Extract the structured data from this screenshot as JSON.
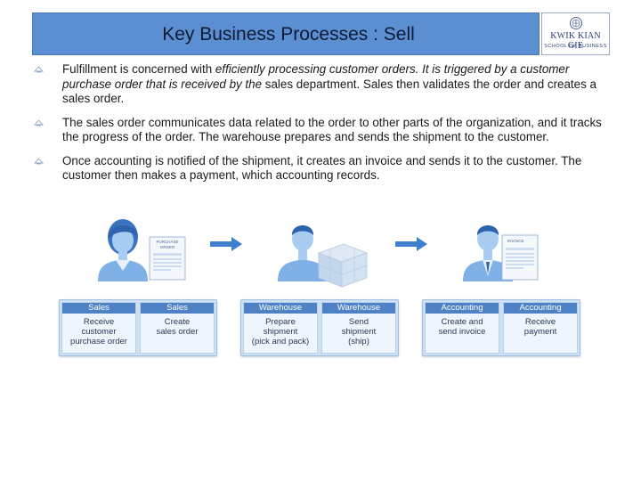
{
  "header": {
    "title": "Key Business Processes : Sell",
    "logo": {
      "name": "KWIK KIAN GIE",
      "subtitle": "SCHOOL OF BUSINESS"
    }
  },
  "bullets": [
    {
      "icon": "bullet-marker-icon",
      "text_parts": [
        {
          "t": "Fulfillment is concerned with ",
          "italic": false
        },
        {
          "t": "efficiently processing customer orders. It is triggered by a customer purchase order that is received by the ",
          "italic": true
        },
        {
          "t": "sales department. Sales then validates the order and creates a sales order.",
          "italic": false
        }
      ]
    },
    {
      "icon": "bullet-marker-icon",
      "text_parts": [
        {
          "t": "The sales order communicates data related to the order to other parts of the organization, and it tracks the progress of the order. The warehouse prepares and sends the shipment to the customer.",
          "italic": false
        }
      ]
    },
    {
      "icon": "bullet-marker-icon",
      "text_parts": [
        {
          "t": "Once accounting is notified of the shipment, it creates an invoice and sends it to the customer. The customer then makes a payment, which accounting records.",
          "italic": false
        }
      ]
    }
  ],
  "diagram": {
    "figures": [
      {
        "role": "sales-person-icon",
        "doc_label_1": "PURCHASE",
        "doc_label_2": "ORDER"
      },
      {
        "role": "warehouse-person-icon"
      },
      {
        "role": "accounting-person-icon",
        "doc_label_1": "INVOICE"
      }
    ],
    "groups": [
      {
        "steps": [
          {
            "dept": "Sales",
            "action": "Receive\ncustomer\npurchase order"
          },
          {
            "dept": "Sales",
            "action": "Create\nsales order"
          }
        ]
      },
      {
        "steps": [
          {
            "dept": "Warehouse",
            "action": "Prepare\nshipment\n(pick and pack)"
          },
          {
            "dept": "Warehouse",
            "action": "Send\nshipment\n(ship)"
          }
        ]
      },
      {
        "steps": [
          {
            "dept": "Accounting",
            "action": "Create and\nsend invoice"
          },
          {
            "dept": "Accounting",
            "action": "Receive\npayment"
          }
        ]
      }
    ]
  },
  "colors": {
    "title_bar": "#5b8fd1",
    "step_header": "#4f82c4",
    "arrow": "#3f7fd0",
    "panel": "#cfe0f2"
  }
}
